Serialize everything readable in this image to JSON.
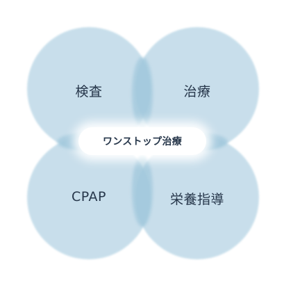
{
  "diagram": {
    "center_label": "ワンストップ治療",
    "quadrants": {
      "top_left": "検査",
      "top_right": "治療",
      "bottom_left": "CPAP",
      "bottom_right": "栄養指導"
    }
  },
  "colors": {
    "circle_fill": "#b9d6e6",
    "overlap_fill": "#93c0d7",
    "text": "#26364a",
    "center_pill": "#ffffff"
  }
}
